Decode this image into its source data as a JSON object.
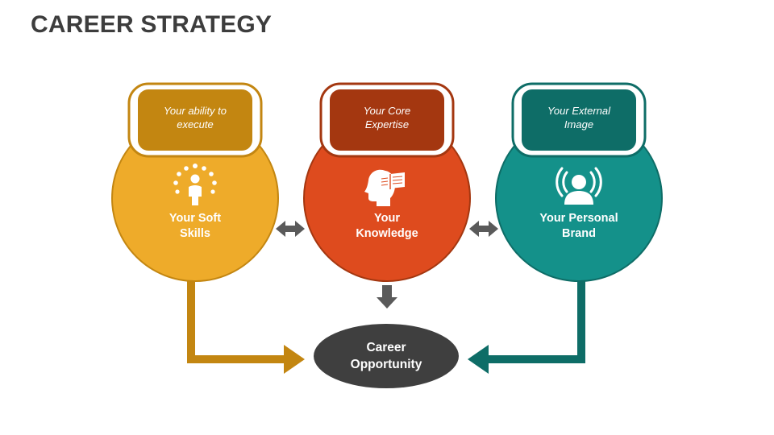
{
  "title": "CAREER STRATEGY",
  "colors": {
    "title": "#3d3d3d",
    "yellow": "#eeab2a",
    "yellow_dark": "#c38611",
    "red": "#de4b1e",
    "red_dark": "#a43710",
    "teal": "#14918a",
    "teal_dark": "#0e6d67",
    "arrow_gray": "#5a5a5a",
    "oval": "#3f3f3f"
  },
  "nodes": [
    {
      "tag": "Your ability to\nexecute",
      "label": "Your Soft\nSkills",
      "icon": "soft-skills-person-icon"
    },
    {
      "tag": "Your Core\nExpertise",
      "label": "Your\nKnowledge",
      "icon": "head-book-icon"
    },
    {
      "tag": "Your External\nImage",
      "label": "Your Personal\nBrand",
      "icon": "speaker-person-icon"
    }
  ],
  "outcome": {
    "label": "Career\nOpportunity"
  }
}
